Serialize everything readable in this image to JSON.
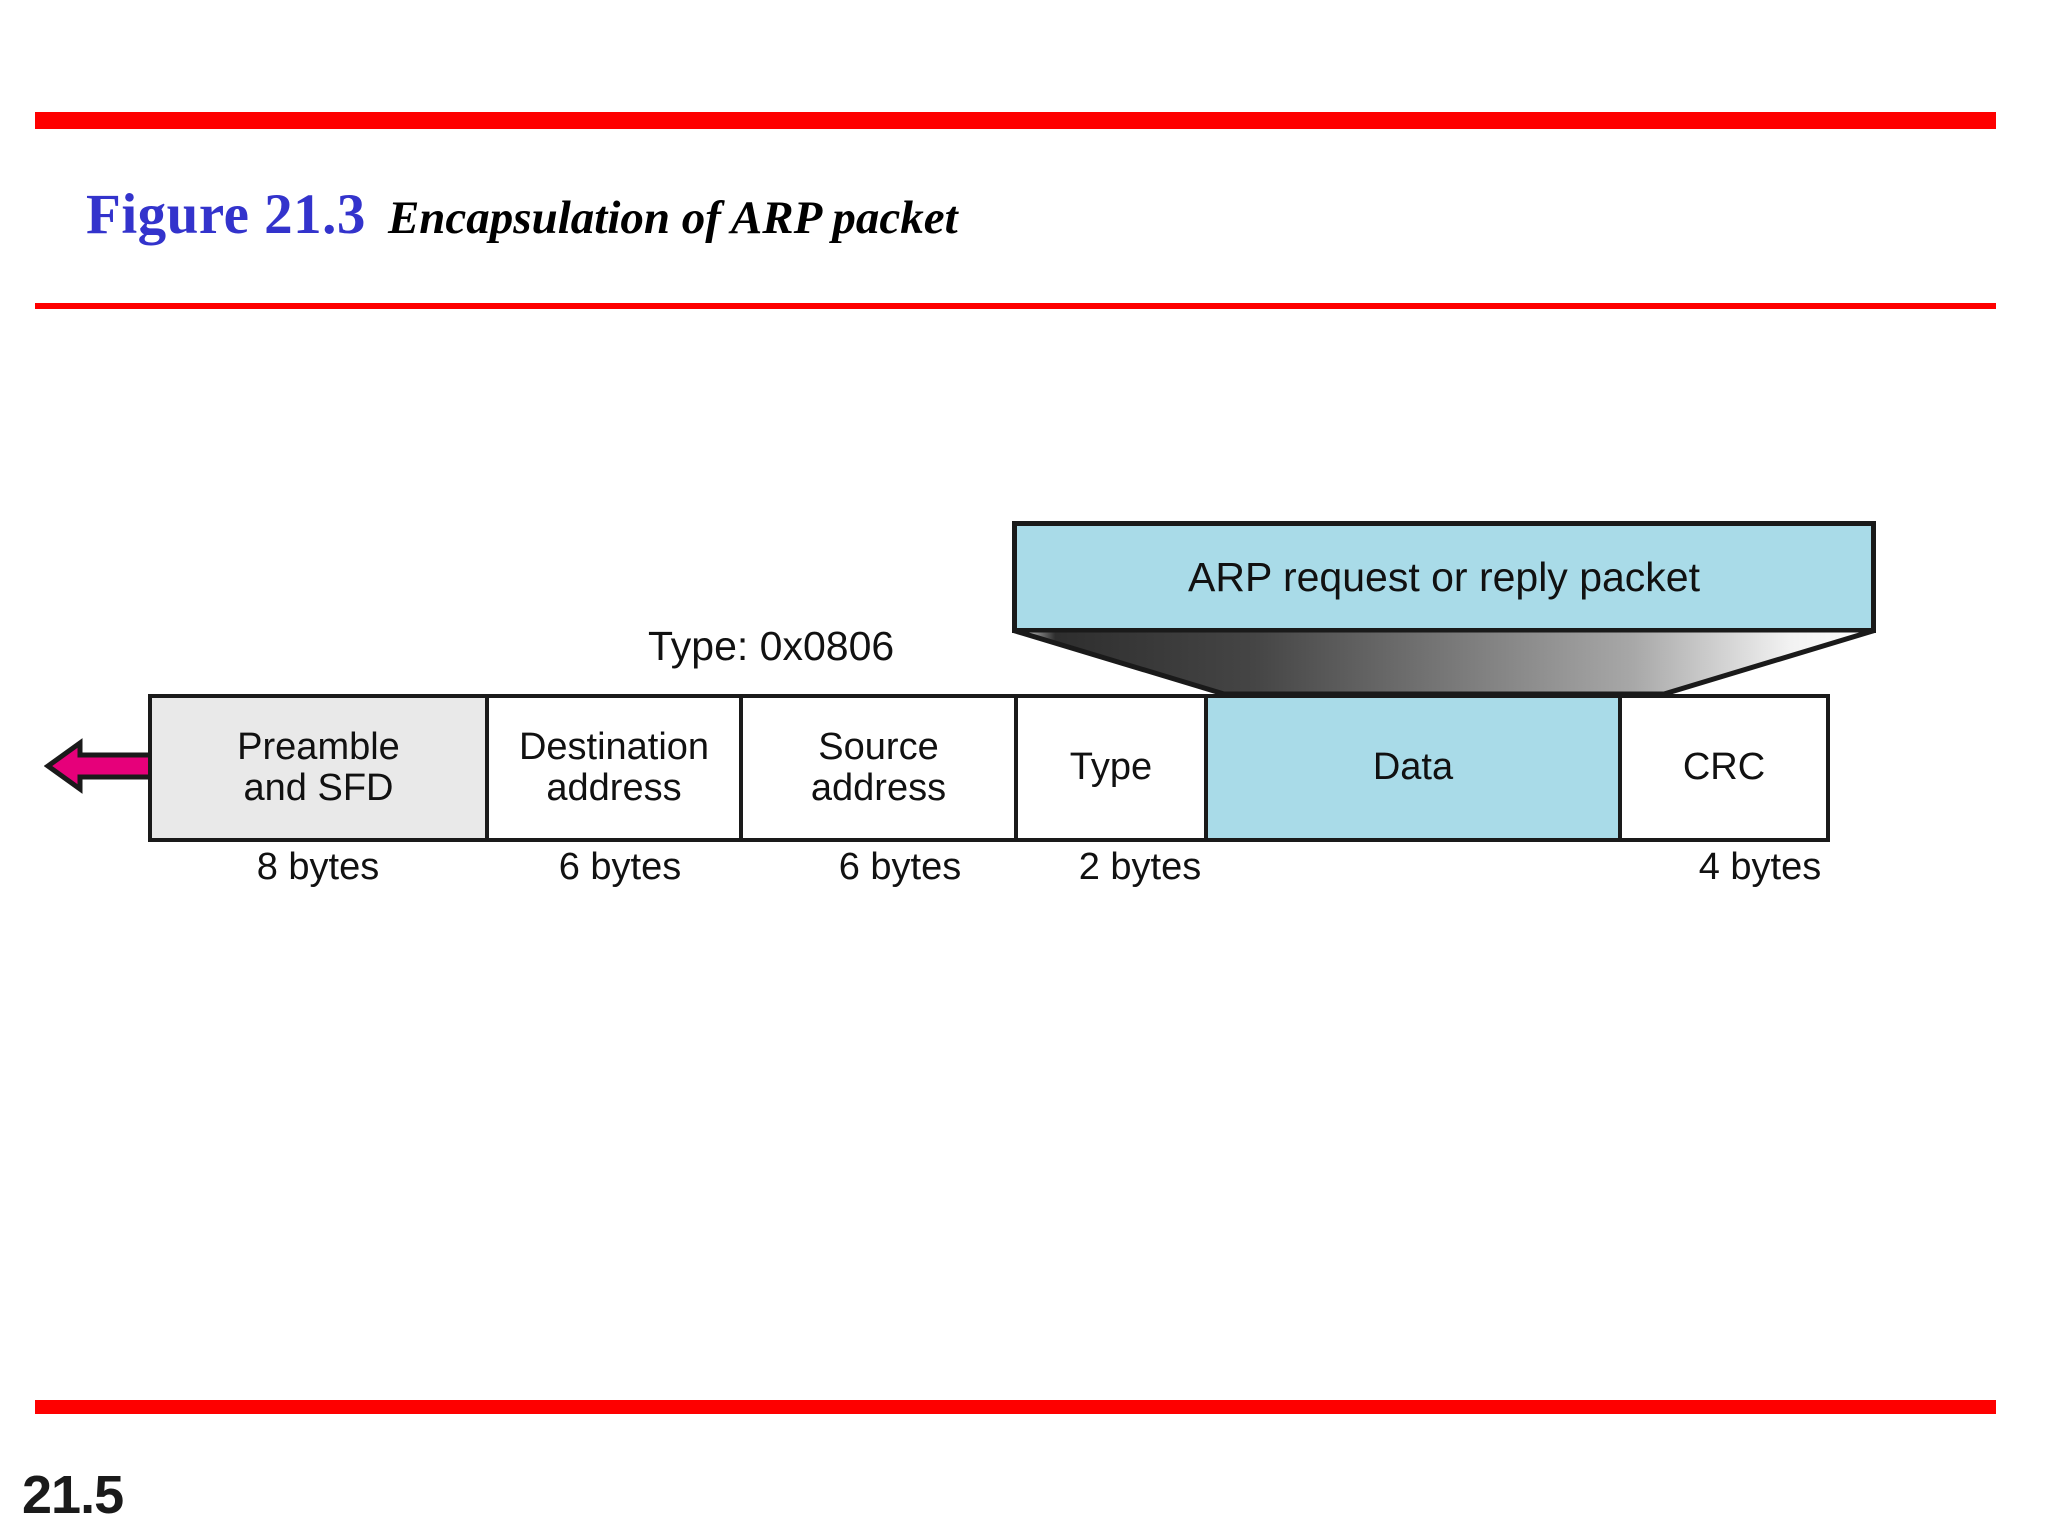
{
  "slide": {
    "figure_label": "Figure 21.3",
    "caption": "Encapsulation of ARP packet",
    "slide_number": "21.5",
    "accent_rule_color": "#fe0000",
    "figure_label_color": "#3333cc"
  },
  "figure": {
    "arp_box": {
      "label": "ARP request or reply packet",
      "fill": "#a9dbe8",
      "stroke": "#1a1a1a"
    },
    "type_annotation": "Type: 0x0806",
    "funnel": {
      "gradient_stops": [
        "#ffffff",
        "#3a3a3a",
        "#6e6e6e",
        "#8f8f8f",
        "#ffffff"
      ]
    },
    "arrow": {
      "direction": "left",
      "fill": "#e6007a",
      "stroke": "#1a1a1a"
    },
    "frame": {
      "cells": [
        {
          "line1": "Preamble",
          "line2": "and SFD",
          "bytes": "8 bytes",
          "fill": "grey"
        },
        {
          "line1": "Destination",
          "line2": "address",
          "bytes": "6 bytes",
          "fill": "white"
        },
        {
          "line1": "Source",
          "line2": "address",
          "bytes": "6 bytes",
          "fill": "white"
        },
        {
          "line1": "Type",
          "line2": "",
          "bytes": "2 bytes",
          "fill": "white"
        },
        {
          "line1": "Data",
          "line2": "",
          "bytes": "",
          "fill": "blue"
        },
        {
          "line1": "CRC",
          "line2": "",
          "bytes": "4 bytes",
          "fill": "white"
        }
      ]
    }
  }
}
